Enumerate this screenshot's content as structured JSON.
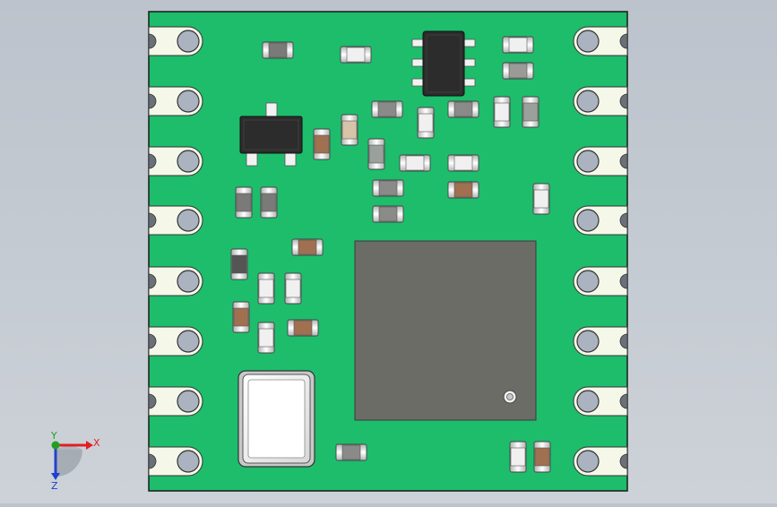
{
  "viewport": {
    "background_top": "#bcc3cc",
    "background_bottom": "#cdd2d8"
  },
  "pcb": {
    "board_color": "#1dbd6c",
    "outline_color": "#1a1a1a",
    "pad_color": "#f5f8e8",
    "hole_color": "#aab3bf",
    "ic_color": "#2c2c2c",
    "module_color": "#6b6c66",
    "pad_count_per_side": 8
  },
  "axis_triad": {
    "x_label": "X",
    "y_label": "Y",
    "z_label": "Z",
    "x_color": "#e02020",
    "y_color": "#20a020",
    "z_color": "#2040d0"
  }
}
